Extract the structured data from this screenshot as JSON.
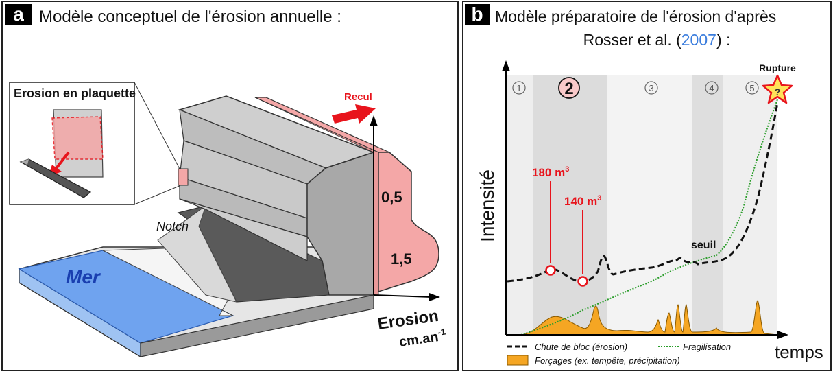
{
  "panel_a": {
    "letter": "a",
    "title": "Modèle conceptuel de l'érosion annuelle :",
    "inset_title": "Erosion en plaquette",
    "recul_label": "Recul",
    "notch_label": "Notch",
    "sea_label": "Mer",
    "axis_label_line1": "Erosion",
    "axis_label_line2": "cm.an",
    "axis_label_sup": "-1",
    "value_top": "0,5",
    "value_bottom": "1,5"
  },
  "panel_b": {
    "letter": "b",
    "title_line1": "Modèle préparatoire de l'érosion d'après",
    "title_line2_prefix": "Rosser et al. (",
    "title_line2_year": "2007",
    "title_line2_suffix": ") :",
    "ylabel": "Intensité",
    "xlabel": "temps",
    "rupture_label": "Rupture",
    "rupture_mark": "?",
    "seuil_label": "seuil",
    "phases": [
      "1",
      "2",
      "3",
      "4",
      "5"
    ],
    "volume_1": "180 m",
    "volume_2": "140 m",
    "volume_sup": "3",
    "legend": {
      "falls": "Chute de bloc (érosion)",
      "weakening": "Fragilisation",
      "forcing": "Forçages (ex. tempête, précipitation)"
    }
  },
  "colors": {
    "sea": "#6fa3ef",
    "retreat": "#f4a7a7",
    "red": "#e8141c",
    "forcing": "#f5a623",
    "weakening": "#2a9d2a",
    "link": "#3b7ddd",
    "cliff_grey": "#c8c8c8"
  }
}
